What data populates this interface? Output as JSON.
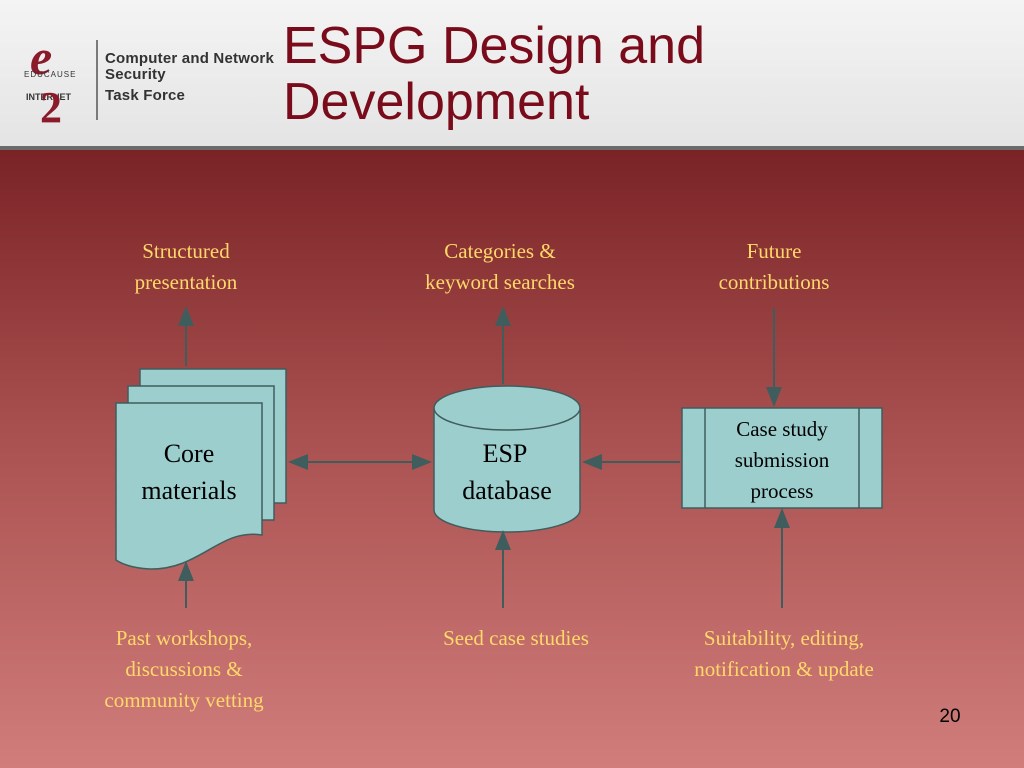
{
  "logo": {
    "e_letter": "e",
    "educause": "EDUCAUSE",
    "internet": "INTERNET",
    "two_letter": "2",
    "line1": "Computer and Network",
    "line2": "Security",
    "line3": "Task Force"
  },
  "title": {
    "line1": "ESPG Design and",
    "line2": "Development"
  },
  "labels": {
    "structured": [
      "Structured",
      "presentation"
    ],
    "categories": [
      "Categories &",
      "keyword searches"
    ],
    "future": [
      "Future",
      "contributions"
    ],
    "past": [
      "Past workshops,",
      "discussions &",
      "community vetting"
    ],
    "seed": [
      "Seed case studies"
    ],
    "suitability": [
      "Suitability, editing,",
      "notification & update"
    ]
  },
  "nodes": {
    "core": [
      "Core",
      "materials"
    ],
    "esp": [
      "ESP",
      "database"
    ],
    "case": [
      "Case study",
      "submission",
      "process"
    ]
  },
  "colors": {
    "node_fill": "#9ccece",
    "label_text": "#ffd86a",
    "title_text": "#7a0b1b",
    "arrow": "#3f5d5d"
  },
  "page_number": "20"
}
